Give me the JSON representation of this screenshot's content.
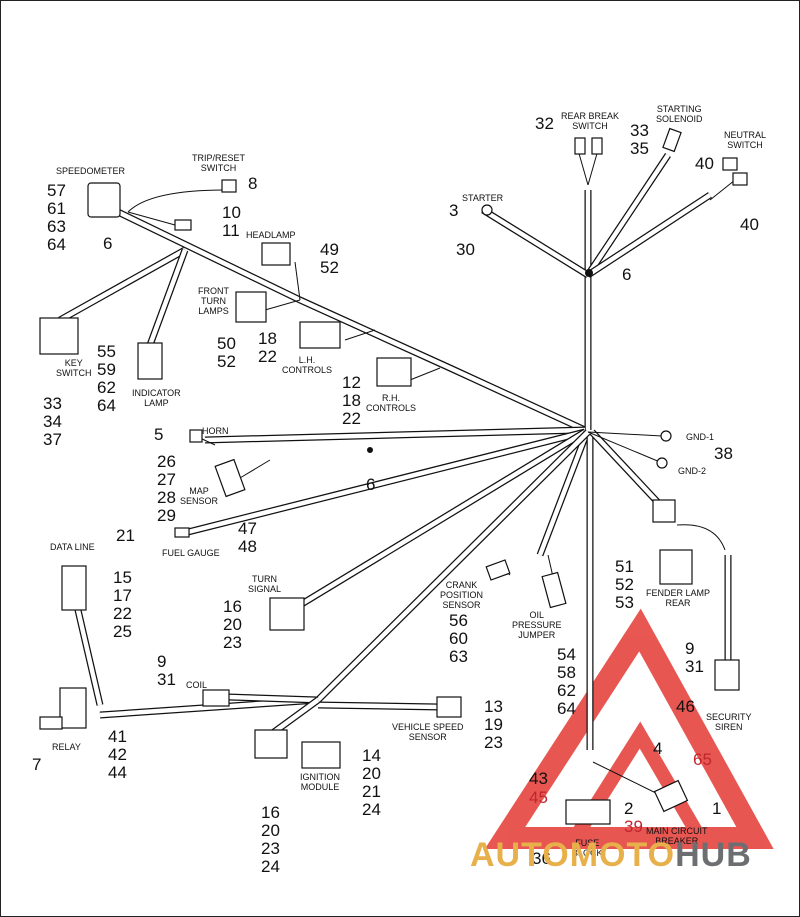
{
  "components": {
    "speedometer": "SPEEDOMETER",
    "trip_reset_switch": [
      "TRIP/RESET",
      "SWITCH"
    ],
    "headlamp": "HEADLAMP",
    "front_turn_lamps": [
      "FRONT",
      "TURN",
      "LAMPS"
    ],
    "lh_controls": [
      "L.H.",
      "CONTROLS"
    ],
    "rh_controls": [
      "R.H.",
      "CONTROLS"
    ],
    "key_switch": [
      "KEY",
      "SWITCH"
    ],
    "indicator_lamp": [
      "INDICATOR",
      "LAMP"
    ],
    "rear_break_switch": [
      "REAR BREAK",
      "SWITCH"
    ],
    "starting_solenoid": [
      "STARTING",
      "SOLENOID"
    ],
    "neutral_switch": [
      "NEUTRAL",
      "SWITCH"
    ],
    "starter": "STARTER",
    "horn": "HORN",
    "map_sensor": [
      "MAP",
      "SENSOR"
    ],
    "fuel_gauge": "FUEL GAUGE",
    "gnd1": "GND-1",
    "gnd2": "GND-2",
    "data_line": "DATA LINE",
    "turn_signal": [
      "TURN",
      "SIGNAL"
    ],
    "crank_position_sensor": [
      "CRANK",
      "POSITION",
      "SENSOR"
    ],
    "oil_pressure_jumper": [
      "OIL",
      "PRESSURE",
      "JUMPER"
    ],
    "fender_lamp_rear": [
      "FENDER LAMP",
      "REAR"
    ],
    "coil": "COIL",
    "relay": "RELAY",
    "vehicle_speed_sensor": [
      "VEHICLE SPEED",
      "SENSOR"
    ],
    "ignition_module": [
      "IGNITION",
      "MODULE"
    ],
    "security_siren": [
      "SECURITY",
      "SIREN"
    ],
    "fuse_block": [
      "FUSE",
      "BLOCK"
    ],
    "main_circuit_breaker": [
      "MAIN CIRCUIT",
      "BREAKER"
    ]
  },
  "callouts": {
    "speedometer": [
      "57",
      "61",
      "63",
      "64"
    ],
    "speedo_6": "6",
    "trip_8": "8",
    "speedo_10": "10",
    "speedo_11": "11",
    "headlamp": [
      "49",
      "52"
    ],
    "front_turn": [
      "50",
      "52"
    ],
    "lh_controls": [
      "18",
      "22"
    ],
    "rh_controls": [
      "12",
      "18",
      "22"
    ],
    "indicator_lamp": [
      "55",
      "59",
      "62",
      "64"
    ],
    "key_switch": [
      "33",
      "34",
      "37"
    ],
    "rear_break": "32",
    "starting_solenoid": [
      "33",
      "35"
    ],
    "neutral_top": "40",
    "neutral_bottom": "40",
    "starter_3": "3",
    "starter_30": "30",
    "harness_6": "6",
    "horn": "5",
    "map_sensor": [
      "26",
      "27",
      "28",
      "29"
    ],
    "mid_6": "6",
    "gnd": "38",
    "fuel_gauge": [
      "47",
      "48"
    ],
    "data_line_21": "21",
    "data_line": [
      "15",
      "17",
      "22",
      "25"
    ],
    "turn_signal": [
      "16",
      "20",
      "23"
    ],
    "crank": [
      "56",
      "60",
      "63"
    ],
    "oil": [
      "54",
      "58",
      "62",
      "64"
    ],
    "fender": [
      "51",
      "52",
      "53"
    ],
    "siren_top": [
      "9",
      "31"
    ],
    "siren_46": "46",
    "coil": [
      "9",
      "31"
    ],
    "vss_13": "13",
    "vss": [
      "19",
      "23"
    ],
    "relay_7": "7",
    "relay": [
      "41",
      "42",
      "44"
    ],
    "ign_module_14": "14",
    "ign_module": [
      "20",
      "21",
      "24"
    ],
    "ign_left": [
      "16",
      "20",
      "23",
      "24"
    ],
    "fuse_43": "43",
    "fuse_45": "45",
    "fuse_36": "36",
    "mcb_4": "4",
    "mcb_65": "65",
    "mcb_2": "2",
    "mcb_39": "39",
    "mcb_1": "1"
  },
  "watermark": {
    "part1": "AUTO",
    "part2": "MOTO",
    "part3": "HUB"
  },
  "colors": {
    "watermark_red": "#e53935",
    "watermark_yellow": "#e8b04a",
    "watermark_gray": "#6d6e71"
  }
}
